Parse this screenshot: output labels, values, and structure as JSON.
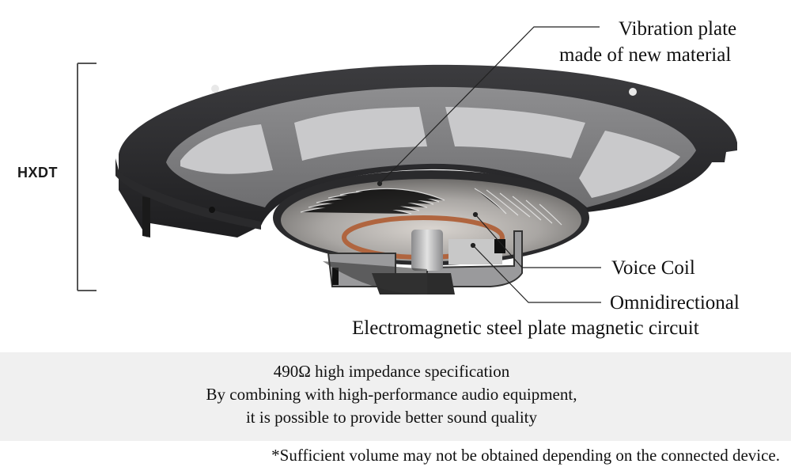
{
  "brand": {
    "label": "HXDT"
  },
  "callouts": {
    "vibration_plate": {
      "line1": "Vibration plate",
      "line2": "made of new material"
    },
    "voice_coil": {
      "label": "Voice Coil"
    },
    "magnetic_circuit": {
      "line1": "Omnidirectional",
      "line2": "Electromagnetic steel plate magnetic circuit"
    }
  },
  "spec_band": {
    "line1": "490Ω high impedance specification",
    "line2": "By combining with high-performance audio equipment,",
    "line3": "it is possible to provide better sound quality"
  },
  "footnote": "*Sufficient volume may not be obtained depending on the connected device.",
  "colors": {
    "frame": "#2b2b2d",
    "diaphragm": "#b8b8b8",
    "copper": "#b0653f",
    "band_bg": "#f0f0f0"
  }
}
